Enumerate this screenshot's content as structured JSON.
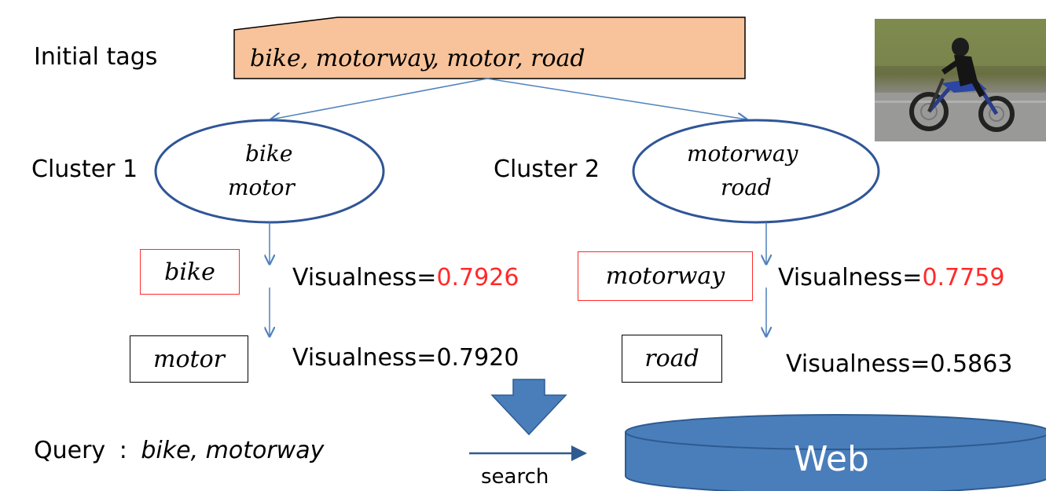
{
  "initial_tags_label": "Initial tags",
  "initial_tags_value": "bike, motorway, motor, road",
  "clusters": [
    {
      "label": "Cluster 1",
      "line1": "bike",
      "line2": "motor"
    },
    {
      "label": "Cluster 2",
      "line1": "motorway",
      "line2": "road"
    }
  ],
  "tags": [
    {
      "text": "bike",
      "visualness_prefix": "Visualness=",
      "visualness_value": "0.7926",
      "selected": true
    },
    {
      "text": "motor",
      "visualness_prefix": "Visualness=",
      "visualness_value": "0.7920",
      "selected": false
    },
    {
      "text": "motorway",
      "visualness_prefix": "Visualness=",
      "visualness_value": "0.7759",
      "selected": true
    },
    {
      "text": "road",
      "visualness_prefix": "Visualness=",
      "visualness_value": "0.5863",
      "selected": false
    }
  ],
  "query_label": "Query",
  "query_separator": ":",
  "query_value": "bike, motorway",
  "search_label": "search",
  "web_label": "Web",
  "colors": {
    "tags_fill": "#f8c39a",
    "arrow_blue": "#4f81bd",
    "ellipse_stroke": "#2f5597",
    "highlight_red": "#ff2a2a",
    "web_fill": "#4a7ebb",
    "web_stroke": "#2e5b8f"
  },
  "photo_subject": "motorcycle-rider-photo"
}
